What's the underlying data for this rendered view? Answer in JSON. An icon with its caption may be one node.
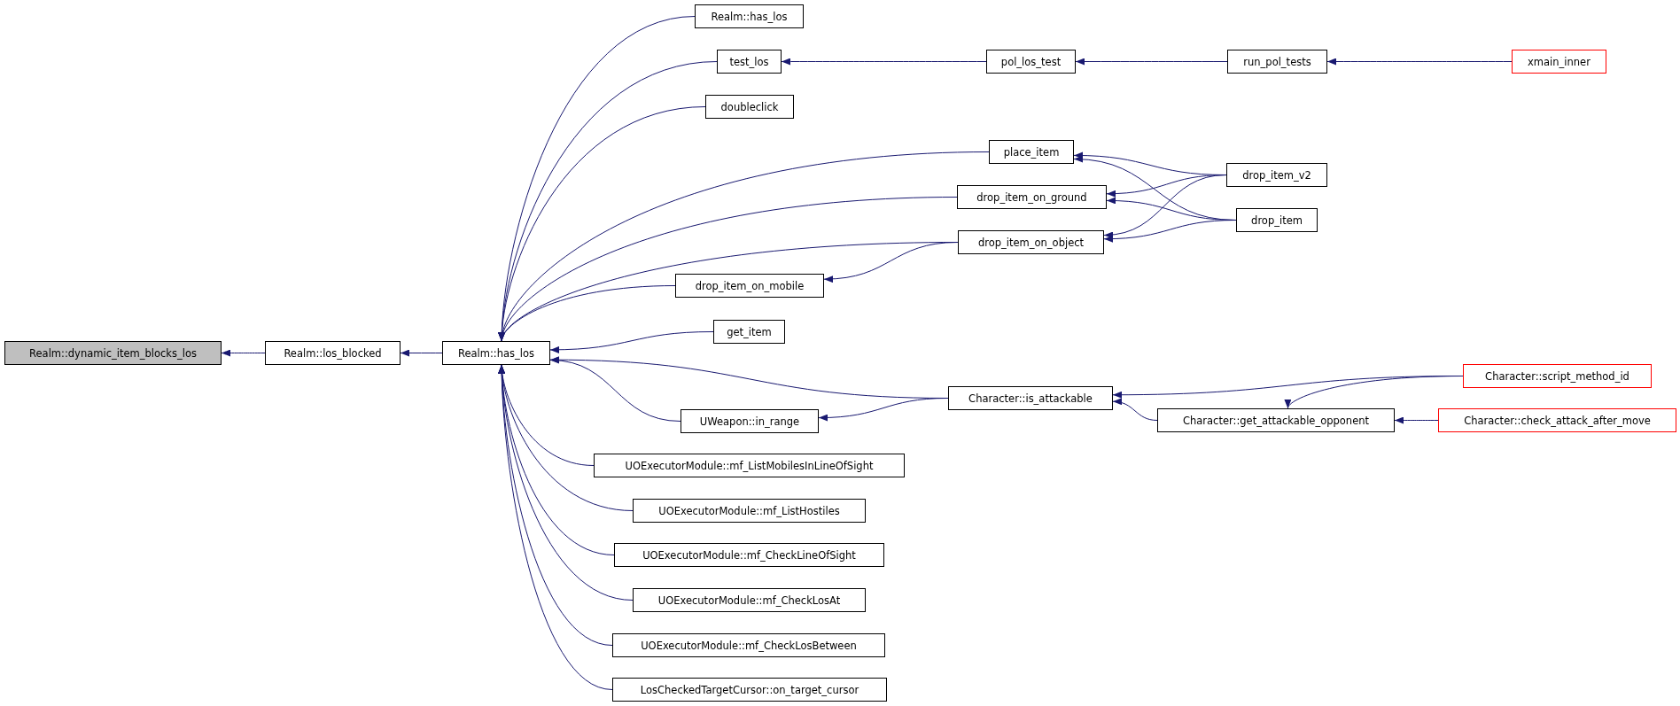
{
  "diagram": {
    "nodes": [
      {
        "text": [
          "Realm::dynamic_item_blocks_los"
        ]
      },
      {
        "text": [
          "Realm::los_blocked"
        ]
      },
      {
        "text": [
          "Realm::has_los"
        ]
      },
      {
        "text": [
          "Realm::has_los"
        ]
      },
      {
        "text": [
          "test_los"
        ]
      },
      {
        "text": [
          "pol_los_test"
        ]
      },
      {
        "text": [
          "run_pol_tests"
        ]
      },
      {
        "text": [
          "xmain_inner"
        ]
      },
      {
        "text": [
          "doubleclick"
        ]
      },
      {
        "text": [
          "place_item"
        ]
      },
      {
        "text": [
          "drop_item_on_ground"
        ]
      },
      {
        "text": [
          "drop_item_on_object"
        ]
      },
      {
        "text": [
          "drop_item_on_mobile"
        ]
      },
      {
        "text": [
          "drop_item_v2"
        ]
      },
      {
        "text": [
          "drop_item"
        ]
      },
      {
        "text": [
          "get_item"
        ]
      },
      {
        "text": [
          "Character::is_attackable"
        ]
      },
      {
        "text": [
          "UWeapon::in_range"
        ]
      },
      {
        "text": [
          "Character::get_attackable_opponent"
        ]
      },
      {
        "text": [
          "Character::script_method_id"
        ]
      },
      {
        "text": [
          "Character::check_attack_after_move"
        ]
      },
      {
        "text": [
          "UOExecutorModule::mf_ListMobilesInLineOfSight"
        ]
      },
      {
        "text": [
          "UOExecutorModule::mf_ListHostiles"
        ]
      },
      {
        "text": [
          "UOExecutorModule::mf_CheckLineOfSight"
        ]
      },
      {
        "text": [
          "UOExecutorModule::mf_CheckLosAt"
        ]
      },
      {
        "text": [
          "UOExecutorModule::mf_CheckLosBetween"
        ]
      },
      {
        "text": [
          "LosCheckedTargetCursor::on_target_cursor"
        ]
      }
    ],
    "edges": [
      {
        "from": 1,
        "to": 0,
        "arrow": "to"
      },
      {
        "from": 2,
        "to": 1,
        "arrow": "to"
      },
      {
        "from": 3,
        "to": 2,
        "arrow": "to"
      },
      {
        "from": 4,
        "to": 2,
        "arrow": "to"
      },
      {
        "from": 8,
        "to": 2,
        "arrow": "to"
      },
      {
        "from": 9,
        "to": 2,
        "arrow": "to"
      },
      {
        "from": 10,
        "to": 2,
        "arrow": "to"
      },
      {
        "from": 11,
        "to": 2,
        "arrow": "to"
      },
      {
        "from": 12,
        "to": 2,
        "arrow": "to"
      },
      {
        "from": 15,
        "to": 2,
        "arrow": "to"
      },
      {
        "from": 16,
        "to": 2,
        "arrow": "to"
      },
      {
        "from": 17,
        "to": 2,
        "arrow": "to"
      },
      {
        "from": 21,
        "to": 2,
        "arrow": "to"
      },
      {
        "from": 22,
        "to": 2,
        "arrow": "to"
      },
      {
        "from": 23,
        "to": 2,
        "arrow": "to"
      },
      {
        "from": 24,
        "to": 2,
        "arrow": "to"
      },
      {
        "from": 25,
        "to": 2,
        "arrow": "to"
      },
      {
        "from": 26,
        "to": 2,
        "arrow": "to"
      },
      {
        "from": 5,
        "to": 4,
        "arrow": "to"
      },
      {
        "from": 6,
        "to": 5,
        "arrow": "to"
      },
      {
        "from": 7,
        "to": 6,
        "arrow": "to"
      },
      {
        "from": 13,
        "to": 9,
        "arrow": "to"
      },
      {
        "from": 14,
        "to": 9,
        "arrow": "to"
      },
      {
        "from": 13,
        "to": 10,
        "arrow": "to"
      },
      {
        "from": 14,
        "to": 10,
        "arrow": "to"
      },
      {
        "from": 13,
        "to": 11,
        "arrow": "to"
      },
      {
        "from": 14,
        "to": 11,
        "arrow": "to"
      },
      {
        "from": 11,
        "to": 12,
        "arrow": "to"
      },
      {
        "from": 16,
        "to": 17,
        "arrow": "to"
      },
      {
        "from": 18,
        "to": 16,
        "arrow": "to"
      },
      {
        "from": 19,
        "to": 16,
        "arrow": "to"
      },
      {
        "from": 19,
        "to": 18,
        "arrow": "to"
      },
      {
        "from": 20,
        "to": 18,
        "arrow": "to"
      }
    ]
  }
}
